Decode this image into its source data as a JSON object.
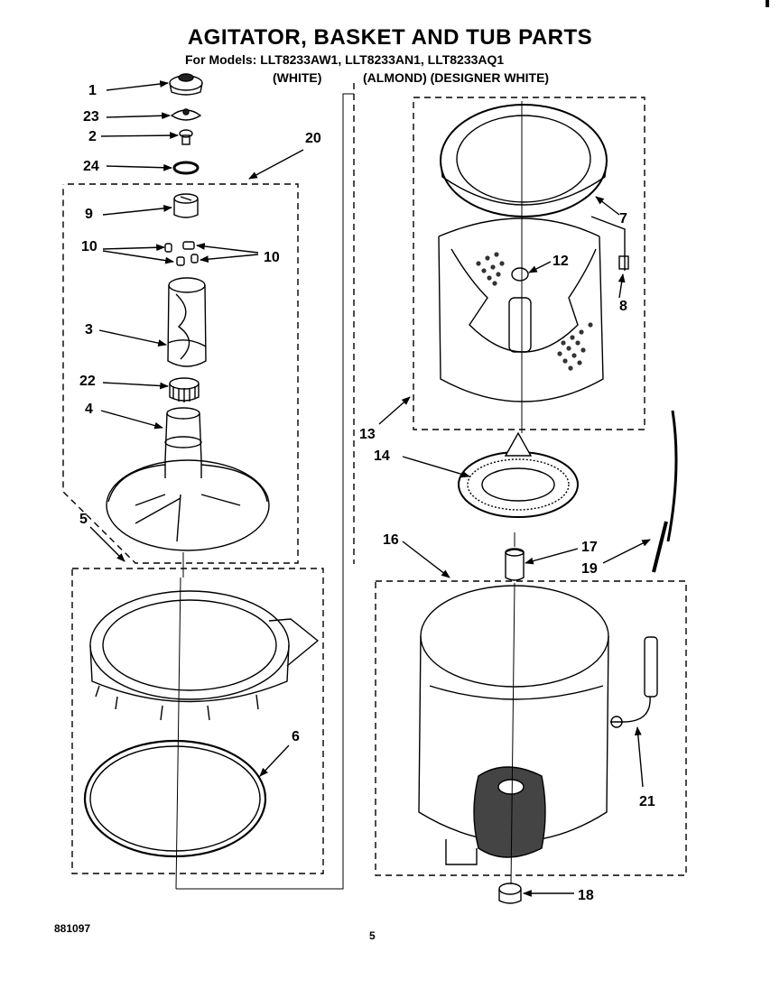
{
  "header": {
    "title": "AGITATOR, BASKET AND TUB PARTS",
    "models_line": "For Models: LLT8233AW1, LLT8233AN1, LLT8233AQ1",
    "color_white": "(WHITE)",
    "color_almond_designer": "(ALMOND) (DESIGNER WHITE)"
  },
  "callouts": {
    "n1": "1",
    "n23": "23",
    "n2": "2",
    "n24": "24",
    "n20": "20",
    "n9": "9",
    "n10a": "10",
    "n10b": "10",
    "n3": "3",
    "n22": "22",
    "n4": "4",
    "n5": "5",
    "n6": "6",
    "n7": "7",
    "n12": "12",
    "n8": "8",
    "n13": "13",
    "n14": "14",
    "n16": "16",
    "n17": "17",
    "n19": "19",
    "n21": "21",
    "n18": "18"
  },
  "footer": {
    "doc_number": "881097",
    "page_number": "5"
  }
}
